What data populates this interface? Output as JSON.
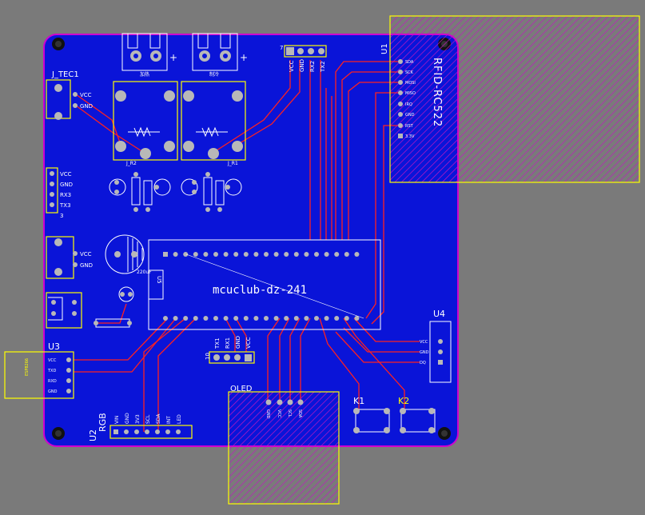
{
  "board": {
    "title": "mcuclub-dz-241",
    "colors": {
      "background": "#7a7a7a",
      "board_fill": "#0a14d8",
      "board_outline": "#d000d0",
      "trace": "#ff2020",
      "silkscreen": "#ffffff",
      "overlay": "#ffff00",
      "pad": "#b8b8b8"
    }
  },
  "components": {
    "j_tec1": {
      "ref": "J_TEC1",
      "pins": [
        "VCC",
        "GND"
      ]
    },
    "uart": {
      "ref": "3",
      "pins": [
        "VCC",
        "GND",
        "RX3",
        "TX3"
      ]
    },
    "power": {
      "pins": [
        "VCC",
        "GND"
      ],
      "cap": "220uF"
    },
    "relay_left": {
      "ref": "J_R2",
      "plus": "+",
      "label": "加热"
    },
    "relay_right": {
      "ref": "J_R1",
      "plus": "+",
      "label": "制冷"
    },
    "header_top": {
      "ref": "7",
      "pins": [
        "VCC",
        "GND",
        "RX2",
        "TX2"
      ]
    },
    "rfid": {
      "ref": "U1",
      "name": "RFID-RC522",
      "pins": [
        "SDA",
        "SCK",
        "MOSI",
        "MISO",
        "IRQ",
        "GND",
        "RST",
        "3.3V"
      ]
    },
    "mcu": {
      "ref": "U5"
    },
    "u3": {
      "ref": "U3",
      "pins": [
        "VCC",
        "TXD",
        "RXD",
        "GND"
      ]
    },
    "u4": {
      "ref": "U4",
      "pins": [
        "VCC",
        "GND",
        "DQ"
      ]
    },
    "header_bottom": {
      "ref": "10",
      "pins": [
        "TX1",
        "RX1",
        "GND",
        "VCC"
      ]
    },
    "oled": {
      "ref": "OLED",
      "pins": [
        "GND",
        "VCC",
        "SCL",
        "SDA"
      ]
    },
    "u2": {
      "ref": "U2",
      "name": "RGB",
      "pins": [
        "VIN",
        "GND",
        "3V3",
        "SCL",
        "SDA",
        "INT",
        "LED"
      ]
    },
    "k1": {
      "ref": "K1"
    },
    "k2": {
      "ref": "K2"
    }
  }
}
